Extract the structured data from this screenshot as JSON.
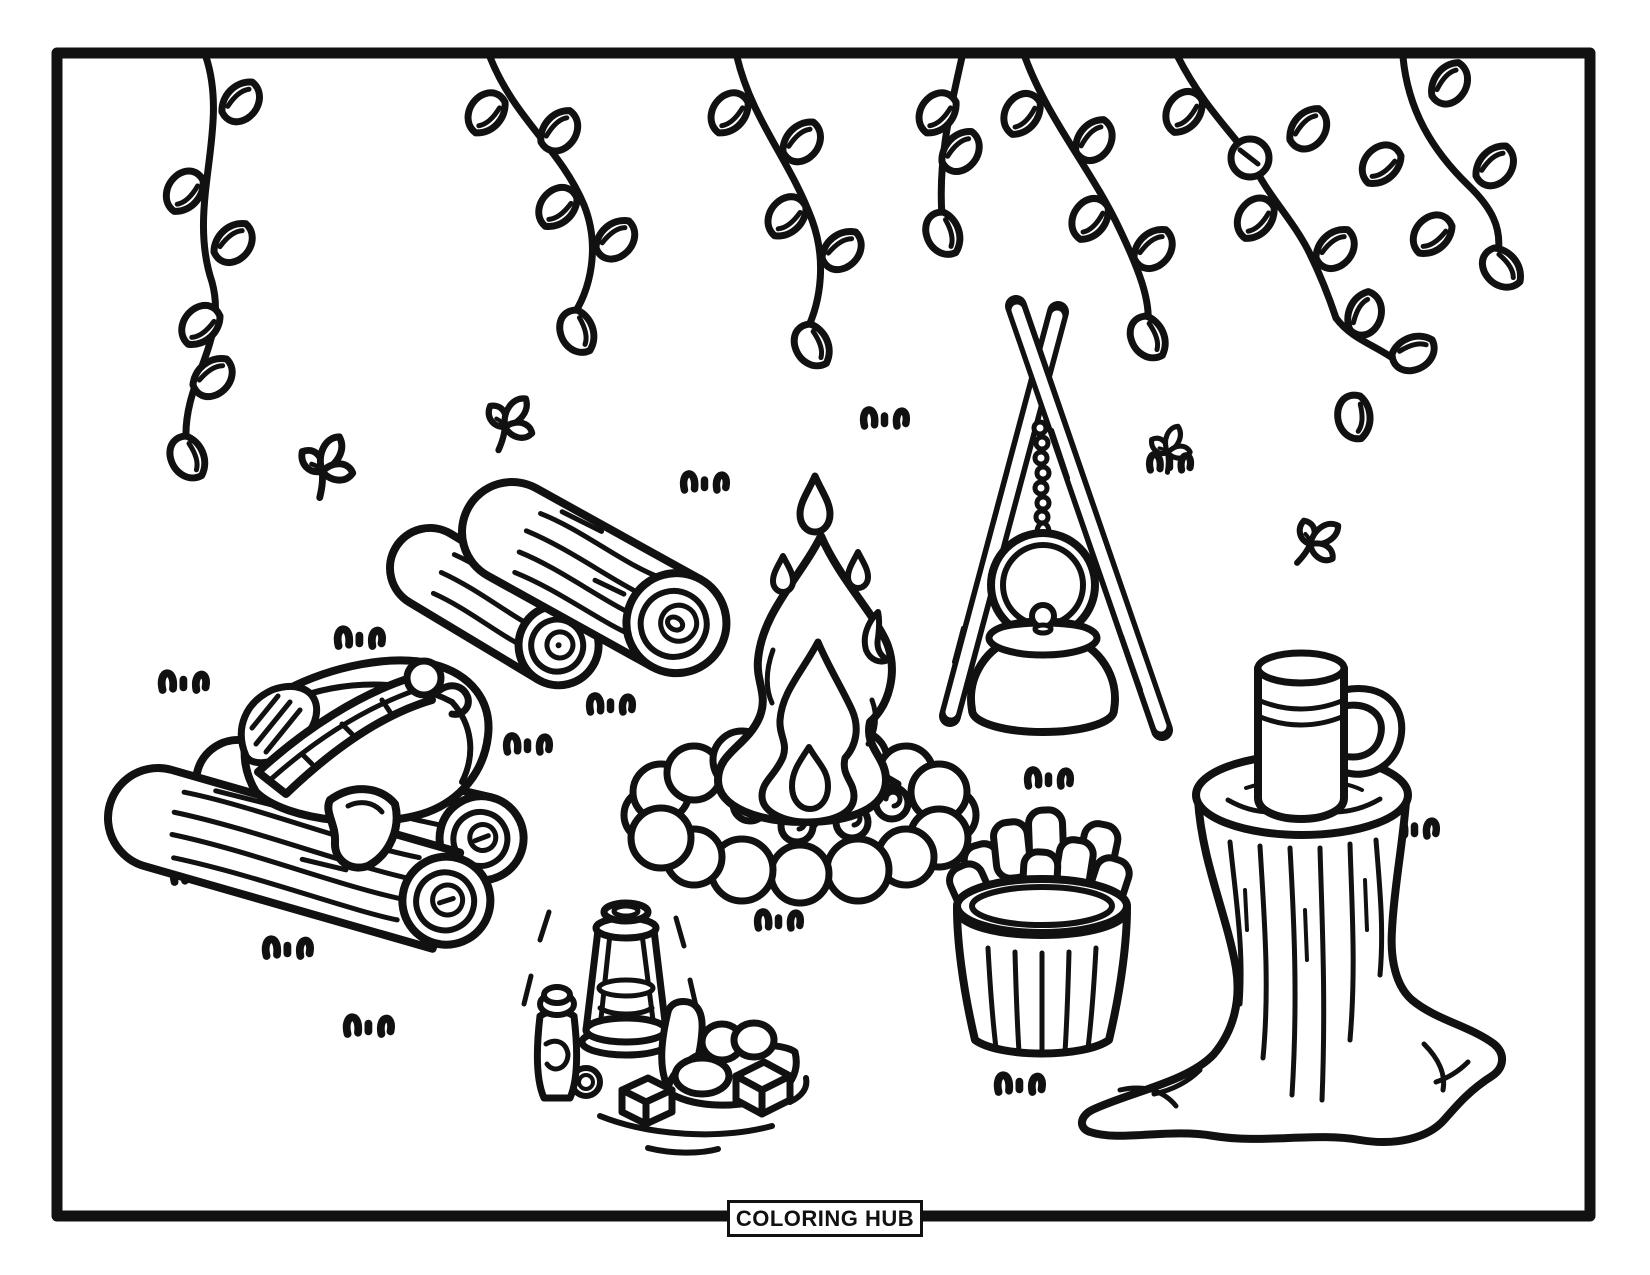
{
  "meta": {
    "page_type": "printable coloring page",
    "scene_title": "campfire camping scene line art"
  },
  "branding": {
    "watermark": "COLORING HUB"
  },
  "colors": {
    "background": "#ffffff",
    "line": "#111111"
  },
  "scene": {
    "elements": [
      "hanging leafy vines along the top",
      "falling leaf sprigs",
      "campfire flame with spark drops",
      "ring of stones around the fire",
      "burning logs with spiral ends",
      "stacked firewood logs",
      "log pile with rolled blanket and strap",
      "tripod sticks with chain and hanging kettle",
      "bucket full of marshmallows",
      "tree stump with mug on top",
      "camping lantern",
      "thermos bottle with cup",
      "open bag of marshmallows with sugar cubes",
      "small grass tufts"
    ]
  }
}
